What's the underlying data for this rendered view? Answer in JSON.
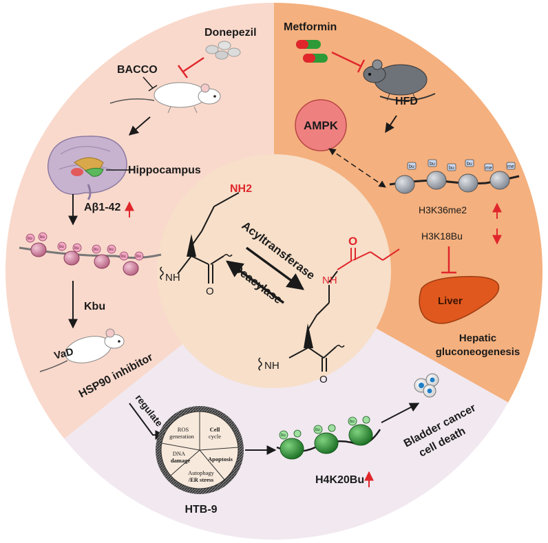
{
  "colors": {
    "alzheimer_sector": "#f9d9cc",
    "metabolic_sector": "#f4b07e",
    "cancer_sector": "#f1e8f0",
    "center": "#f7dfc9",
    "inhibit_red": "#e0262b",
    "activate_red": "#e0262b",
    "nh2_red": "#e0262b",
    "ampk_fill": "#ef8080",
    "liver_fill": "#e0581e",
    "nucleosome_pink": "#d98fae",
    "nucleosome_gray": "#9ea3aa",
    "nucleosome_green": "#2e9a37"
  },
  "top_left": {
    "drug": "Donepezil",
    "inhibitor": "BACCO",
    "region": "Hippocampus",
    "marker": "Aβ1-42",
    "modification": "Kbu",
    "disease": "VaD",
    "marker_trend": "up"
  },
  "top_right": {
    "drug": "Metformin",
    "model": "HFD",
    "kinase": "AMPK",
    "mark1": "H3K36me2",
    "mark2": "H3K18Bu",
    "organ": "Liver",
    "outcome_line1": "Hepatic",
    "outcome_line2": "gluconeogenesis",
    "tag_bu": "bu",
    "tag_me": "me"
  },
  "bottom": {
    "compound": "HSP90 inhibitor",
    "verb": "regulate",
    "cell_line": "HTB-9",
    "mark": "H4K20Bu",
    "outcome_line1": "Bladder cancer",
    "outcome_line2": "cell death",
    "hub": {
      "ros1": "ROS",
      "ros2": "generation",
      "cell1": "Cell",
      "cell2": "cycle",
      "apoptosis": "Apoptosis",
      "dna1": "DNA",
      "dna2": "damage",
      "auto1": "Autophagy",
      "auto2": "/ER stress"
    }
  },
  "center": {
    "amine": "NH2",
    "forward_enzyme": "Acyltransferase",
    "reverse_enzyme": "Deacylase",
    "nh": "NH",
    "carbonyl_o": "O",
    "amide_o": "O"
  }
}
